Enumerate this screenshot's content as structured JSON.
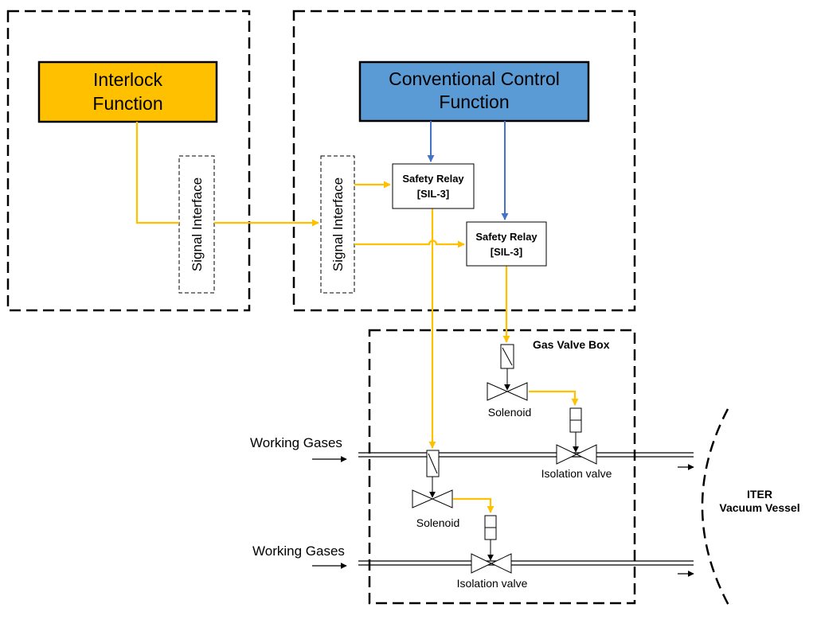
{
  "blocks": {
    "interlock": {
      "line1": "Interlock",
      "line2": "Function",
      "fill": "#FFC000"
    },
    "conventional": {
      "line1": "Conventional Control",
      "line2": "Function",
      "fill": "#5B9BD5"
    }
  },
  "signal_interface_label": "Signal Interface",
  "safety_relay": {
    "line1": "Safety Relay",
    "line2": "[SIL-3]"
  },
  "gas_valve_box_title": "Gas Valve Box",
  "solenoid_label": "Solenoid",
  "isolation_valve_label": "Isolation valve",
  "working_gases_label": "Working Gases",
  "vessel": {
    "line1": "ITER",
    "line2": "Vacuum Vessel"
  },
  "colors": {
    "interlock_signal": "#FFC000",
    "control_signal": "#4472C4"
  }
}
